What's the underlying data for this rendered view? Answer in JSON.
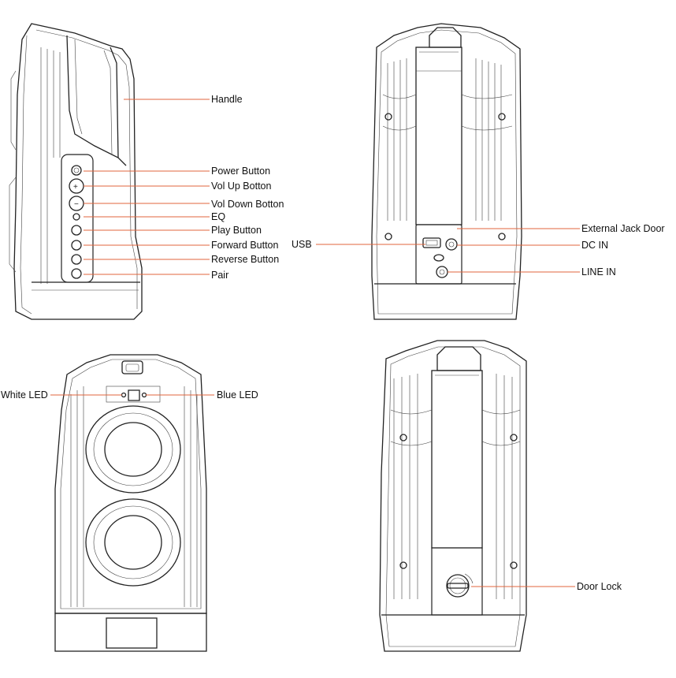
{
  "views": {
    "side": {
      "labels": [
        "Handle",
        "Power Button",
        "Vol Up Botton",
        "Vol Down Botton",
        "EQ",
        "Play Button",
        "Forward Button",
        "Reverse Button",
        "Pair"
      ]
    },
    "back": {
      "labels": [
        "External Jack Door",
        "USB",
        "DC IN",
        "LINE IN"
      ]
    },
    "front": {
      "labels": [
        "White LED",
        "Blue LED"
      ]
    },
    "rear": {
      "labels": [
        "Door Lock"
      ]
    }
  },
  "colors": {
    "leader": "#e0643c",
    "line_art": "#222222"
  }
}
